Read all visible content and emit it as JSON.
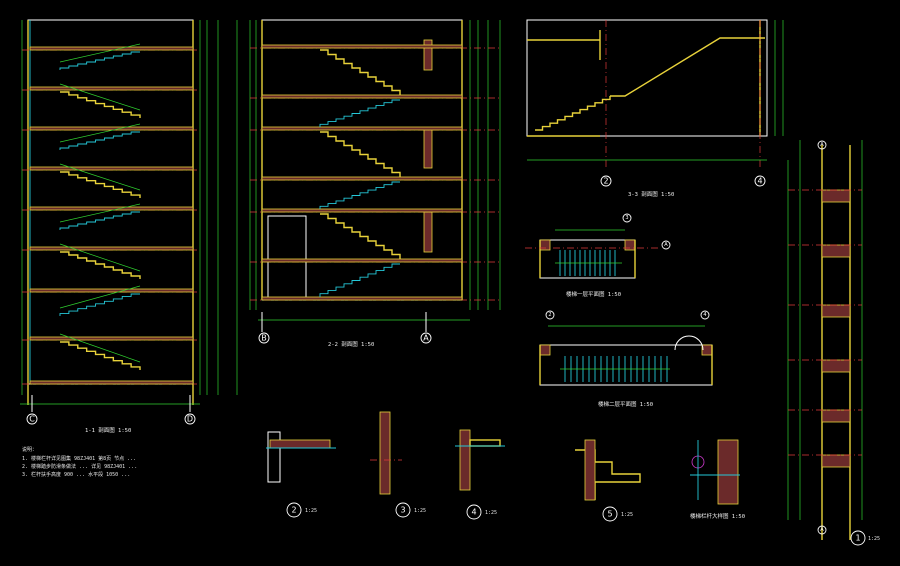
{
  "drawing": {
    "colors": {
      "background": "#000000",
      "wall": "#e8d23a",
      "grid_axis": "#e03a3a",
      "dimension": "#2fd12f",
      "stair_rail": "#25c8d8",
      "outline": "#ffffff",
      "hatch": "#6b2a2a"
    },
    "elevation_1": {
      "grid_left": "C",
      "grid_right": "D",
      "title": "1-1 剖面图 1:50"
    },
    "elevation_2": {
      "grid_left": "B",
      "grid_right": "A",
      "title": "2-2 剖面图 1:50"
    },
    "elevation_3": {
      "grid_left": "2",
      "grid_right": "4",
      "title": "3-3 剖面图 1:50"
    },
    "plan_1": {
      "grid_top": "3",
      "grid_right": "A",
      "title": "楼梯一层平面图 1:50"
    },
    "plan_2": {
      "grid_top_left": "2",
      "grid_top_right": "4",
      "title": "楼梯二层平面图 1:50"
    },
    "wall_section": {
      "bubble": "1",
      "scale": "1:25",
      "grid_top": "A",
      "grid_bottom": "A"
    },
    "notes": {
      "title": "说明：",
      "lines": [
        "1. 楼梯栏杆详见图集 98ZJ401 第8页 节点 ...",
        "2. 楼梯踏步防滑条做法 ... 详见 98ZJ401 ...",
        "3. 栏杆扶手高度 900 ... 水平段 1050 ..."
      ]
    },
    "details": [
      {
        "num": "2",
        "scale": "1:25"
      },
      {
        "num": "3",
        "scale": "1:25"
      },
      {
        "num": "4",
        "scale": "1:25"
      },
      {
        "num": "5",
        "scale": "1:25"
      }
    ],
    "rail_detail_title": "楼梯栏杆大样图 1:50"
  }
}
